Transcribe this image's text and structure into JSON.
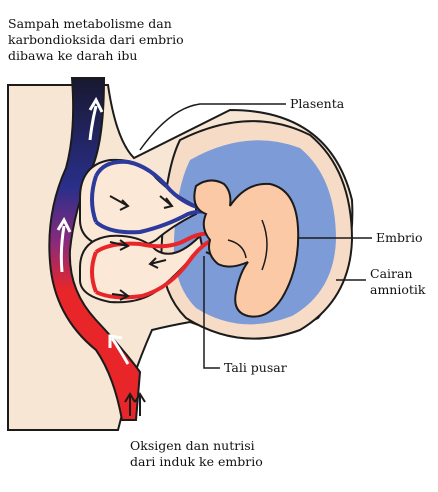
{
  "labels": {
    "top_caption": [
      "Sampah metabolisme dan",
      "karbondioksida dari embrio",
      "dibawa ke darah ibu"
    ],
    "plasenta": "Plasenta",
    "embrio": "Embrio",
    "cairan": [
      "Cairan",
      "amniotik"
    ],
    "tali_pusar": "Tali pusar",
    "bottom_caption": [
      "Oksigen dan nutrisi",
      "dari induk ke embrio"
    ]
  },
  "colors": {
    "uterus_tissue": "#f7e6d4",
    "outline": "#1b1b1b",
    "arterial": "#e8262a",
    "venous": "#2b3a9c",
    "amniotic_fluid": "#7d9bd6",
    "embryo_skin": "#fbc9a6",
    "placenta_villi": "#fbe8d6",
    "vessel_dark": "#16162a"
  }
}
